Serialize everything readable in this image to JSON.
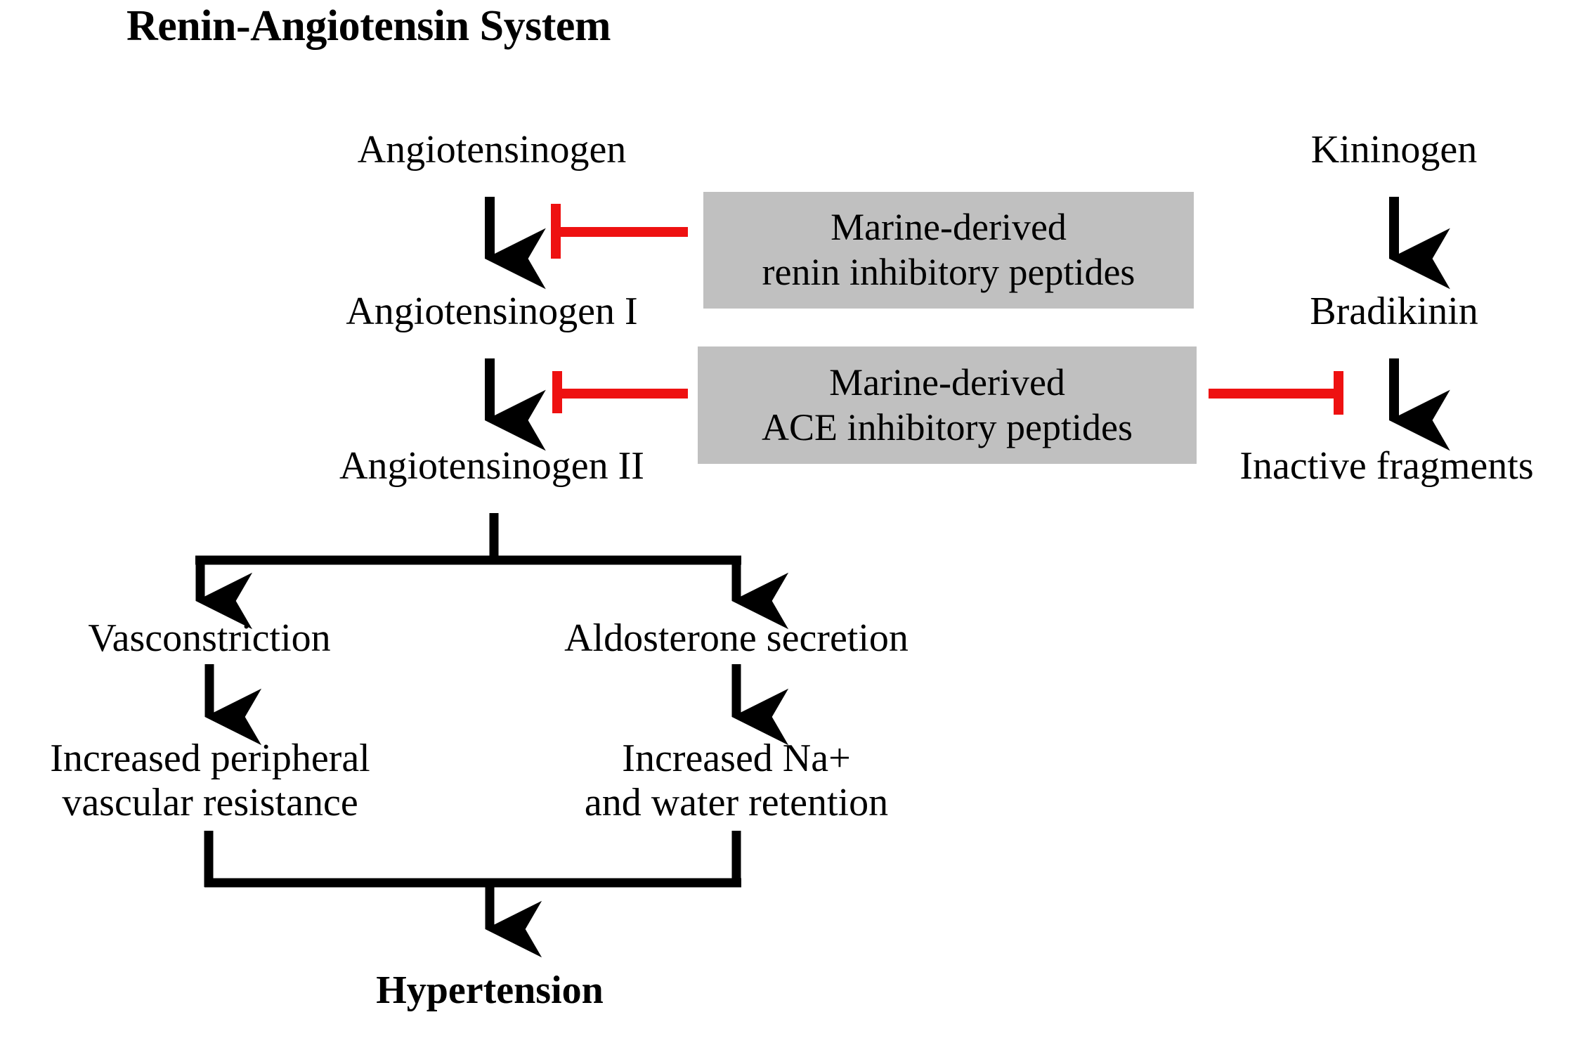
{
  "title": "Renin-Angiotensin System",
  "colors": {
    "background": "#ffffff",
    "text": "#000000",
    "arrow": "#000000",
    "inhibitor_line": "#ee1111",
    "box_fill": "#c0c0c0"
  },
  "nodes": {
    "angiotensinogen": "Angiotensinogen",
    "angiotensinogen_i": "Angiotensinogen I",
    "angiotensinogen_ii": "Angiotensinogen II",
    "vasoconstriction": "Vasconstriction",
    "aldosterone": "Aldosterone secretion",
    "peripheral_resistance_line1": "Increased peripheral",
    "peripheral_resistance_line2": "vascular resistance",
    "sodium_retention_line1": "Increased Na+",
    "sodium_retention_line2": "and water retention",
    "hypertension": "Hypertension",
    "kininogen": "Kininogen",
    "bradikinin": "Bradikinin",
    "inactive_fragments": "Inactive fragments"
  },
  "boxes": [
    {
      "id": "renin-inhibitor-box",
      "line1": "Marine-derived",
      "line2": "renin inhibitory peptides"
    },
    {
      "id": "ace-inhibitor-box",
      "line1": "Marine-derived",
      "line2": "ACE inhibitory peptides"
    }
  ],
  "connectors": {
    "arrows": [
      "angiotensinogen-to-angiotensinogen-i",
      "angiotensinogen-i-to-angiotensinogen-ii",
      "angiotensinogen-ii-split",
      "vasoconstriction-to-peripheral-resistance",
      "aldosterone-to-sodium-retention",
      "merge-to-hypertension",
      "kininogen-to-bradikinin",
      "bradikinin-to-inactive-fragments"
    ],
    "inhibitions": [
      "renin-inhibition-bar",
      "ace-inhibition-bar",
      "ace-inhibition-bar-bradikinin"
    ]
  }
}
